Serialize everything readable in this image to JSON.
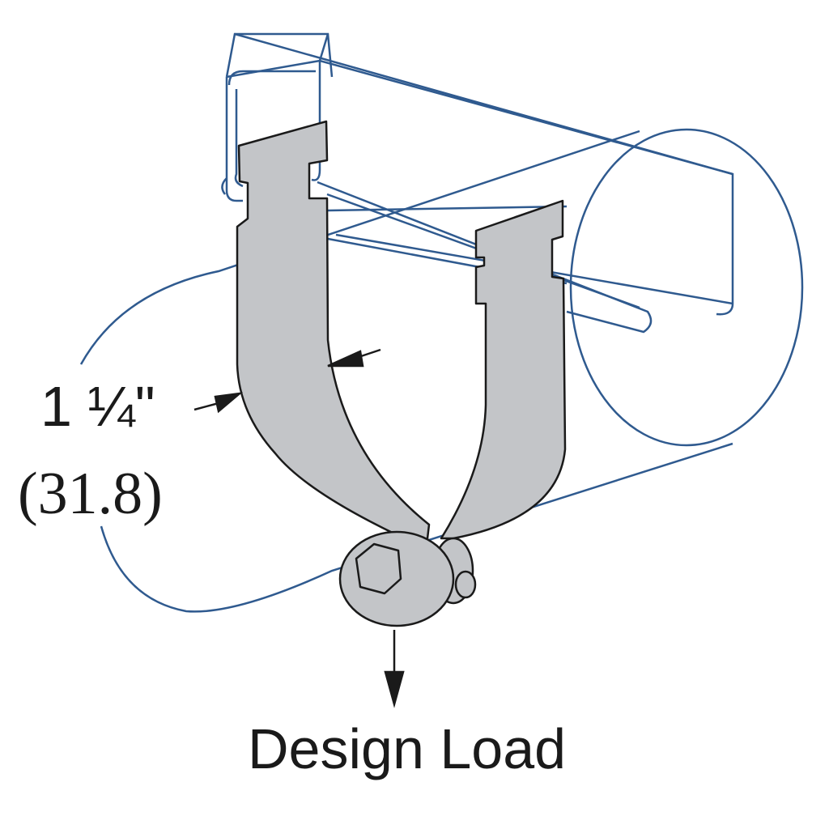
{
  "dimension": {
    "imperial": "1 ¼\"",
    "metric": "(31.8)"
  },
  "load_label": "Design Load",
  "colors": {
    "outline_blue": "#2f5a8f",
    "clamp_gray": "#c3c5c8",
    "ink": "#1a1a1a"
  }
}
